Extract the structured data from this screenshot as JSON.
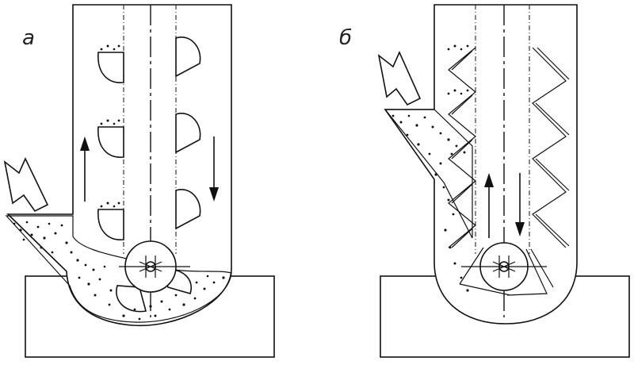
{
  "panels": [
    {
      "id": "a",
      "label": "а"
    },
    {
      "id": "b",
      "label": "б"
    }
  ],
  "colors": {
    "ink": "#111111",
    "background": "#ffffff"
  }
}
